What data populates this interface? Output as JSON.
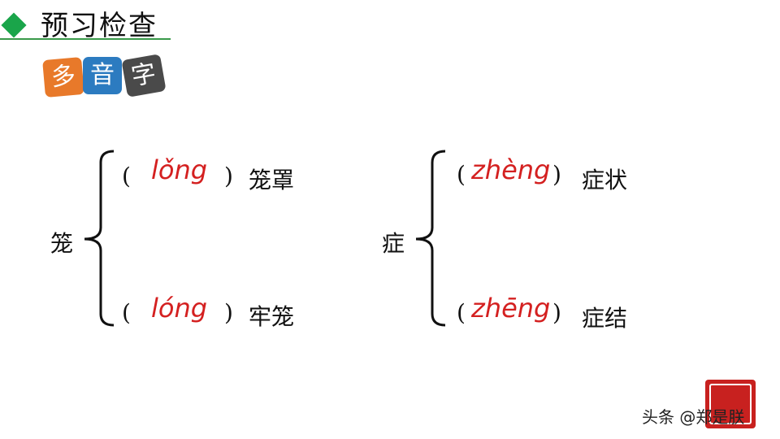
{
  "header": {
    "title": "预习检查"
  },
  "tiles": [
    "多",
    "音",
    "字"
  ],
  "groups": [
    {
      "char": "笼",
      "items": [
        {
          "pinyin": "lǒng",
          "word": "笼罩"
        },
        {
          "pinyin": "lóng",
          "word": "牢笼"
        }
      ]
    },
    {
      "char": "症",
      "items": [
        {
          "pinyin": "zhèng",
          "word": "症状"
        },
        {
          "pinyin": "zhēng",
          "word": "症结"
        }
      ]
    }
  ],
  "paren_open": "(",
  "paren_close": ")",
  "watermark": "头条 @郑是朕",
  "colors": {
    "accent": "#1aa54a",
    "pinyin": "#d42020"
  }
}
